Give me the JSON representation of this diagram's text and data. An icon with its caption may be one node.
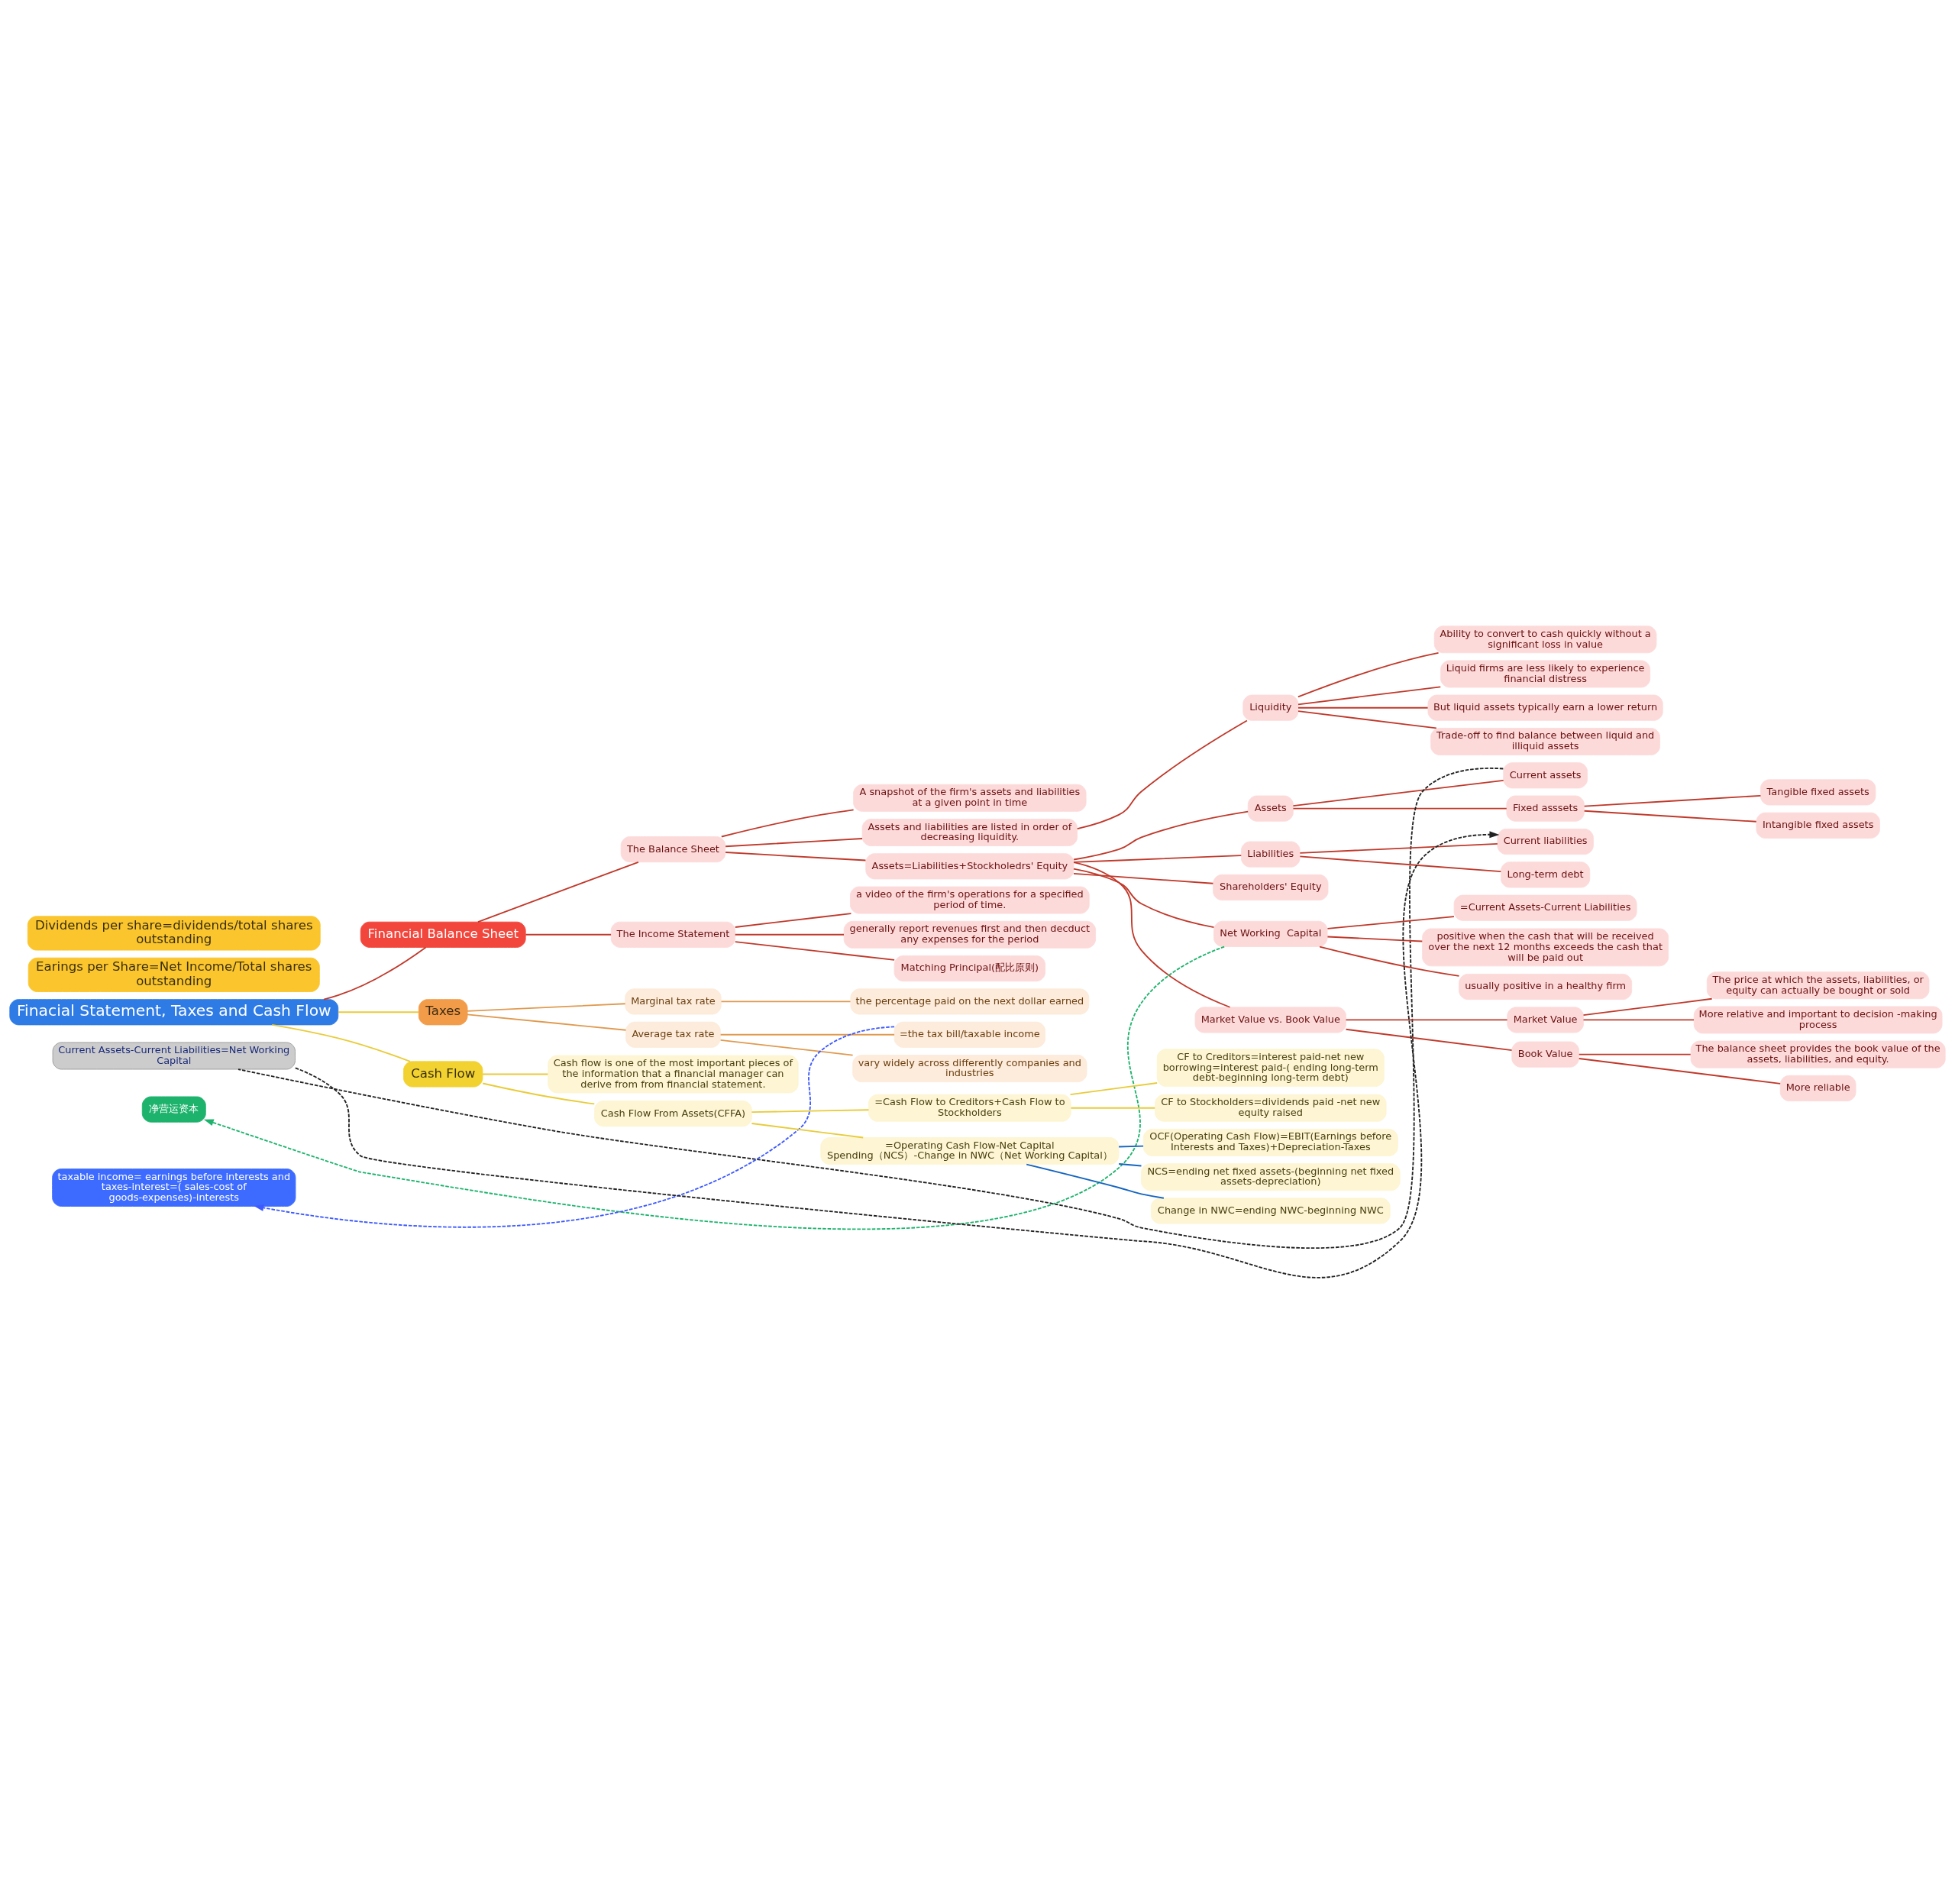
{
  "diagram": {
    "nodes": [
      {
        "text": [
          "Finacial Statement, Taxes and Cash Flow"
        ]
      },
      {
        "text": [
          "Financial Balance Sheet"
        ]
      },
      {
        "text": [
          "The Balance Sheet"
        ]
      },
      {
        "text": [
          "A snapshot of the firm's assets and liabilities at a given point in time"
        ]
      },
      {
        "text": [
          "Assets and liabilities are listed in order of decreasing liquidity."
        ]
      },
      {
        "text": [
          "Liquidity"
        ]
      },
      {
        "text": [
          "Ability to convert to cash quickly without a significant loss in value"
        ]
      },
      {
        "text": [
          "Liquid firms are less likely to experience financial distress"
        ]
      },
      {
        "text": [
          "But liquid assets typically earn a lower return"
        ]
      },
      {
        "text": [
          "Trade-off to find balance between liquid and illiquid assets"
        ]
      },
      {
        "text": [
          "Assets=Liabilities+Stockholedrs' Equity"
        ]
      },
      {
        "text": [
          "Assets"
        ]
      },
      {
        "text": [
          "Current assets"
        ]
      },
      {
        "text": [
          "Fixed asssets"
        ]
      },
      {
        "text": [
          "Tangible fixed assets"
        ]
      },
      {
        "text": [
          "Intangible fixed assets"
        ]
      },
      {
        "text": [
          "Liabilities"
        ]
      },
      {
        "text": [
          "Current liabilities"
        ]
      },
      {
        "text": [
          "Long-term debt"
        ]
      },
      {
        "text": [
          "Shareholders' Equity"
        ]
      },
      {
        "text": [
          "净营运资本"
        ]
      },
      {
        "text": [
          "Net Working  Capital"
        ]
      },
      {
        "text": [
          "=Current Assets-Current Liabilities"
        ]
      },
      {
        "text": [
          "positive when the cash that will be received over the next 12 months exceeds the cash that will be paid out"
        ]
      },
      {
        "text": [
          "usually positive in a healthy firm"
        ]
      },
      {
        "text": [
          "Market Value vs. Book Value"
        ]
      },
      {
        "text": [
          "Market Value"
        ]
      },
      {
        "text": [
          "The price at which the assets, liabilities, or equity can actually be bought or sold"
        ]
      },
      {
        "text": [
          "More relative and important to decision -making process"
        ]
      },
      {
        "text": [
          "Book Value"
        ]
      },
      {
        "text": [
          "The balance sheet provides the book value of the assets, liabilities, and equity."
        ]
      },
      {
        "text": [
          "More reliable"
        ]
      },
      {
        "text": [
          "The Income Statement"
        ]
      },
      {
        "text": [
          "a video of the firm's operations for a specified period of time."
        ]
      },
      {
        "text": [
          "generally report revenues first and then decduct any expenses for the period"
        ]
      },
      {
        "text": [
          "Matching Principal(配比原则)"
        ]
      },
      {
        "text": [
          "Taxes"
        ]
      },
      {
        "text": [
          "Marginal tax rate"
        ]
      },
      {
        "text": [
          "the percentage paid on the next dollar earned"
        ]
      },
      {
        "text": [
          "Average tax rate"
        ]
      },
      {
        "text": [
          "=the tax bill/taxable income"
        ]
      },
      {
        "text": [
          "taxable income= earnings before interests and taxes-interest=( sales-cost of goods-expenses)-interests"
        ]
      },
      {
        "text": [
          "vary widely across differently companies and industries"
        ]
      },
      {
        "text": [
          "Cash Flow"
        ]
      },
      {
        "text": [
          "Cash flow is one of the most important pieces of the information that a financial manager can derive from from financial statement."
        ]
      },
      {
        "text": [
          "Cash Flow From Assets(CFFA)"
        ]
      },
      {
        "text": [
          "=Cash Flow to Creditors+Cash Flow to Stockholders"
        ]
      },
      {
        "text": [
          "CF to Creditors=interest paid-net new borrowing=interest paid-( ending long-term debt-beginning long-term debt)"
        ]
      },
      {
        "text": [
          "CF to Stockholders=dividends paid -net new equity raised"
        ]
      },
      {
        "text": [
          "=Operating Cash Flow-Net Capital Spending（NCS）-Change in NWC（Net Working Capital）"
        ]
      },
      {
        "text": [
          "OCF(Operating Cash Flow)=EBIT(Earnings before Interests and Taxes)+Depreciation-Taxes"
        ]
      },
      {
        "text": [
          "NCS=ending net fixed assets-(beginning net fixed assets-depreciation)"
        ]
      },
      {
        "text": [
          "Change in NWC=ending NWC-beginning NWC"
        ]
      },
      {
        "text": [
          "Current Assets-Current Liabilities=Net Working Capital"
        ]
      },
      {
        "text": [
          "Earings per Share=Net Income/Total shares outstanding"
        ]
      },
      {
        "text": [
          "Dividends per share=dividends/total shares outstanding"
        ]
      }
    ],
    "edges": [
      {
        "from": 0,
        "to": 1,
        "arrow": "none"
      },
      {
        "from": 1,
        "to": 2,
        "arrow": "none"
      },
      {
        "from": 2,
        "to": 3,
        "arrow": "none"
      },
      {
        "from": 2,
        "to": 4,
        "arrow": "none"
      },
      {
        "from": 4,
        "to": 5,
        "arrow": "none"
      },
      {
        "from": 5,
        "to": 6,
        "arrow": "none"
      },
      {
        "from": 5,
        "to": 7,
        "arrow": "none"
      },
      {
        "from": 5,
        "to": 8,
        "arrow": "none"
      },
      {
        "from": 5,
        "to": 9,
        "arrow": "none"
      },
      {
        "from": 2,
        "to": 10,
        "arrow": "none"
      },
      {
        "from": 10,
        "to": 11,
        "arrow": "none"
      },
      {
        "from": 11,
        "to": 12,
        "arrow": "none"
      },
      {
        "from": 11,
        "to": 13,
        "arrow": "none"
      },
      {
        "from": 13,
        "to": 14,
        "arrow": "none"
      },
      {
        "from": 13,
        "to": 15,
        "arrow": "none"
      },
      {
        "from": 10,
        "to": 16,
        "arrow": "none"
      },
      {
        "from": 16,
        "to": 17,
        "arrow": "none"
      },
      {
        "from": 16,
        "to": 18,
        "arrow": "none"
      },
      {
        "from": 10,
        "to": 19,
        "arrow": "none"
      },
      {
        "from": 10,
        "to": 21,
        "arrow": "none"
      },
      {
        "from": 21,
        "to": 20,
        "arrow": "to",
        "style": "dashed",
        "color": "#1db36c"
      },
      {
        "from": 21,
        "to": 22,
        "arrow": "none"
      },
      {
        "from": 21,
        "to": 23,
        "arrow": "none"
      },
      {
        "from": 21,
        "to": 24,
        "arrow": "none"
      },
      {
        "from": 10,
        "to": 25,
        "arrow": "none"
      },
      {
        "from": 25,
        "to": 26,
        "arrow": "none"
      },
      {
        "from": 26,
        "to": 27,
        "arrow": "none"
      },
      {
        "from": 26,
        "to": 28,
        "arrow": "none"
      },
      {
        "from": 25,
        "to": 29,
        "arrow": "none"
      },
      {
        "from": 29,
        "to": 30,
        "arrow": "none"
      },
      {
        "from": 29,
        "to": 31,
        "arrow": "none"
      },
      {
        "from": 1,
        "to": 32,
        "arrow": "none"
      },
      {
        "from": 32,
        "to": 33,
        "arrow": "none"
      },
      {
        "from": 32,
        "to": 34,
        "arrow": "none"
      },
      {
        "from": 32,
        "to": 35,
        "arrow": "none"
      },
      {
        "from": 0,
        "to": 36,
        "arrow": "none",
        "color": "#e8cc3a"
      },
      {
        "from": 36,
        "to": 37,
        "arrow": "none",
        "color": "#e09a50"
      },
      {
        "from": 37,
        "to": 38,
        "arrow": "none",
        "color": "#e09a50"
      },
      {
        "from": 36,
        "to": 39,
        "arrow": "none",
        "color": "#e09a50"
      },
      {
        "from": 39,
        "to": 40,
        "arrow": "none",
        "color": "#e09a50"
      },
      {
        "from": 40,
        "to": 41,
        "arrow": "to",
        "style": "dashed",
        "color": "#3d5afe"
      },
      {
        "from": 39,
        "to": 42,
        "arrow": "none",
        "color": "#e09a50"
      },
      {
        "from": 0,
        "to": 43,
        "arrow": "none",
        "color": "#e8cc3a"
      },
      {
        "from": 43,
        "to": 44,
        "arrow": "none",
        "color": "#e8cc3a"
      },
      {
        "from": 43,
        "to": 45,
        "arrow": "none",
        "color": "#e8cc3a"
      },
      {
        "from": 45,
        "to": 46,
        "arrow": "none",
        "color": "#e8cc3a"
      },
      {
        "from": 46,
        "to": 47,
        "arrow": "none",
        "color": "#e8cc3a"
      },
      {
        "from": 46,
        "to": 48,
        "arrow": "none",
        "color": "#e8cc3a"
      },
      {
        "from": 45,
        "to": 49,
        "arrow": "none",
        "color": "#e8cc3a"
      },
      {
        "from": 49,
        "to": 50,
        "arrow": "none",
        "color": "#1565c0"
      },
      {
        "from": 49,
        "to": 51,
        "arrow": "none",
        "color": "#1565c0"
      },
      {
        "from": 49,
        "to": 52,
        "arrow": "none",
        "color": "#1565c0"
      },
      {
        "from": 12,
        "to": 53,
        "arrow": "none",
        "style": "dashed",
        "color": "#222222"
      },
      {
        "from": 53,
        "to": 17,
        "arrow": "to",
        "style": "dashed",
        "color": "#222222"
      }
    ]
  }
}
